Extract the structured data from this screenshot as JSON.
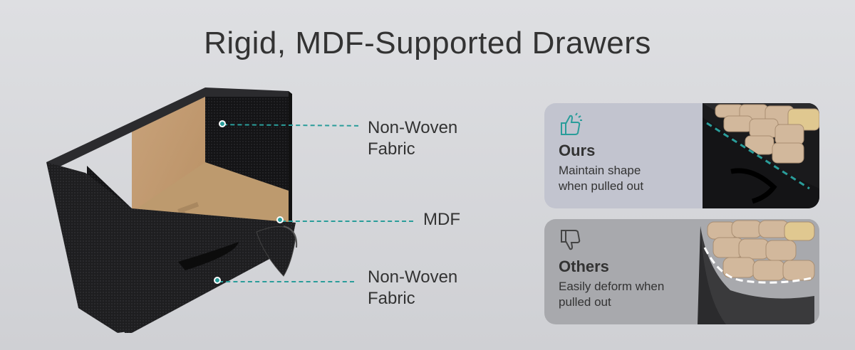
{
  "title": "Rigid, MDF-Supported Drawers",
  "box_graphic": {
    "mdf_watermark": "MDF",
    "callouts": [
      {
        "line1": "Non-Woven",
        "line2": "Fabric"
      },
      {
        "line1": "MDF",
        "line2": ""
      },
      {
        "line1": "Non-Woven",
        "line2": "Fabric"
      }
    ]
  },
  "comparison": {
    "ours": {
      "icon": "thumbs-up-icon",
      "heading": "Ours",
      "line1": "Maintain shape",
      "line2": "when pulled out"
    },
    "others": {
      "icon": "thumbs-down-icon",
      "heading": "Others",
      "line1": "Easily deform when",
      "line2": "pulled out"
    }
  },
  "colors": {
    "accent": "#2a9d9a",
    "box_black": "#1c1c1e",
    "mdf_tan": "#c9a57a"
  }
}
